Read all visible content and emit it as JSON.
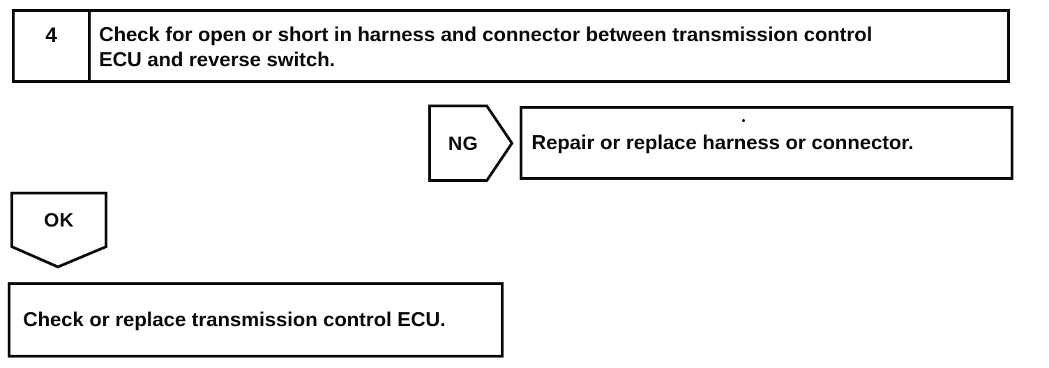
{
  "colors": {
    "ink": "#0c0c0c",
    "background": "#ffffff"
  },
  "flowchart": {
    "step": {
      "number": "4",
      "instruction_lines": [
        "Check for open or short in harness and connector between transmission control",
        "ECU and reverse switch."
      ]
    },
    "ng_branch": {
      "label": "NG",
      "action": "Repair or replace harness or connector."
    },
    "ok_branch": {
      "label": "OK",
      "action": "Check or replace transmission control ECU."
    }
  }
}
